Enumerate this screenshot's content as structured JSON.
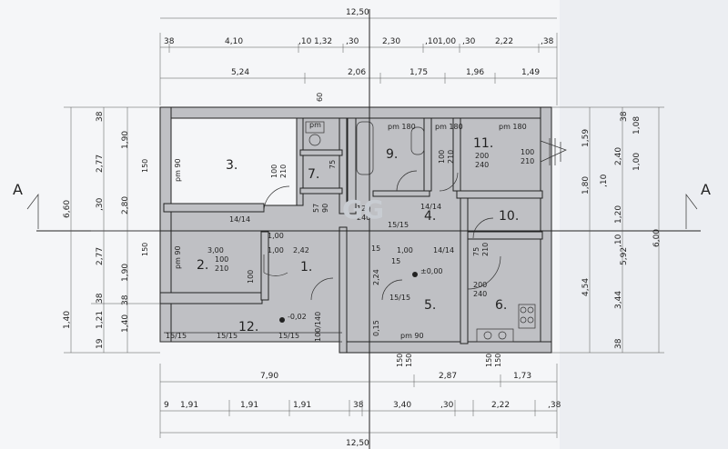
{
  "overall": {
    "top_dim": "12,50",
    "bottom_dim": "12,50"
  },
  "top_row1": [
    "38",
    "4,10",
    ",10",
    "1,32",
    ",30",
    "2,30",
    ",10",
    "1,00",
    ",30",
    "2,22",
    ",38"
  ],
  "top_row2": [
    "5,24",
    "2,06",
    "1,75",
    "1,96",
    "1,49"
  ],
  "bottom_row1": [
    "7,90",
    "2,87",
    "1,73"
  ],
  "bottom_row2": [
    "9",
    "1,91",
    "1,91",
    "1,91",
    "38",
    "3,40",
    ",30",
    "2,22",
    ",38"
  ],
  "left_dims": [
    "6,60",
    "2,77",
    "2,77",
    ",30",
    "2,80",
    "1,90",
    "1,90",
    "38",
    "1,40",
    "1,21",
    "1,40",
    "19",
    "38",
    "38"
  ],
  "right_dims": [
    "1,59",
    "2,40",
    "1,00",
    "1,08",
    "1,80",
    "1,20",
    "6,00",
    "5,92",
    "4,54",
    "3,44",
    ",10",
    ",10",
    "38",
    "38"
  ],
  "section_marks": {
    "left": "A",
    "right": "A"
  },
  "rooms": [
    "3.",
    "2.",
    "1.",
    "7.",
    "9.",
    "11.",
    "10.",
    "4.",
    "5.",
    "6.",
    "12."
  ],
  "levels": [
    "±0,00",
    "-0,02"
  ],
  "labels": {
    "pm90_a": "pm 90",
    "pm90_b": "pm 90",
    "pm90_c": "pm 90",
    "pm180_a": "pm 180",
    "pm180_b": "pm 180",
    "pm180_c": "pm 180",
    "pm_small": "pm",
    "d100_210_a": "100",
    "d100_210_a2": "210",
    "d100_210_b": "100",
    "d100_210_b2": "210",
    "d100_210_c": "100",
    "d100_210_c2": "210",
    "d100_210_d": "100",
    "d100_210_d2": "210",
    "d200_240_a": "200",
    "d200_240_a2": "240",
    "d200_240_b": "200",
    "d200_240_b2": "240",
    "d75_210": "75",
    "d75_210b": "210",
    "d57": "57",
    "d90": "90",
    "d60": "60",
    "d120": "120",
    "d240": "240",
    "tile_a": "14/14",
    "tile_b": "14/14",
    "tile_c": "14/14",
    "tile_d": "15/15",
    "tile_e": "15/15",
    "tile_f": "15/15",
    "tile_g": "15/15",
    "tile_h": "15/15",
    "d100_b": "1,00",
    "d100_c": "1,00",
    "d242": "2,42",
    "d300": "3,00",
    "d75b": "75",
    "d100_140": "100/140",
    "d224": "2,24",
    "d015": "0,15",
    "d150": "150",
    "d150b": "150",
    "d150c": "150",
    "d150d": "150",
    "d150e": "150",
    "d150f": "150",
    "d_15": "15",
    "d15b": "15",
    "d10": "1,00",
    "d100x": "100"
  },
  "watermark": "GG"
}
